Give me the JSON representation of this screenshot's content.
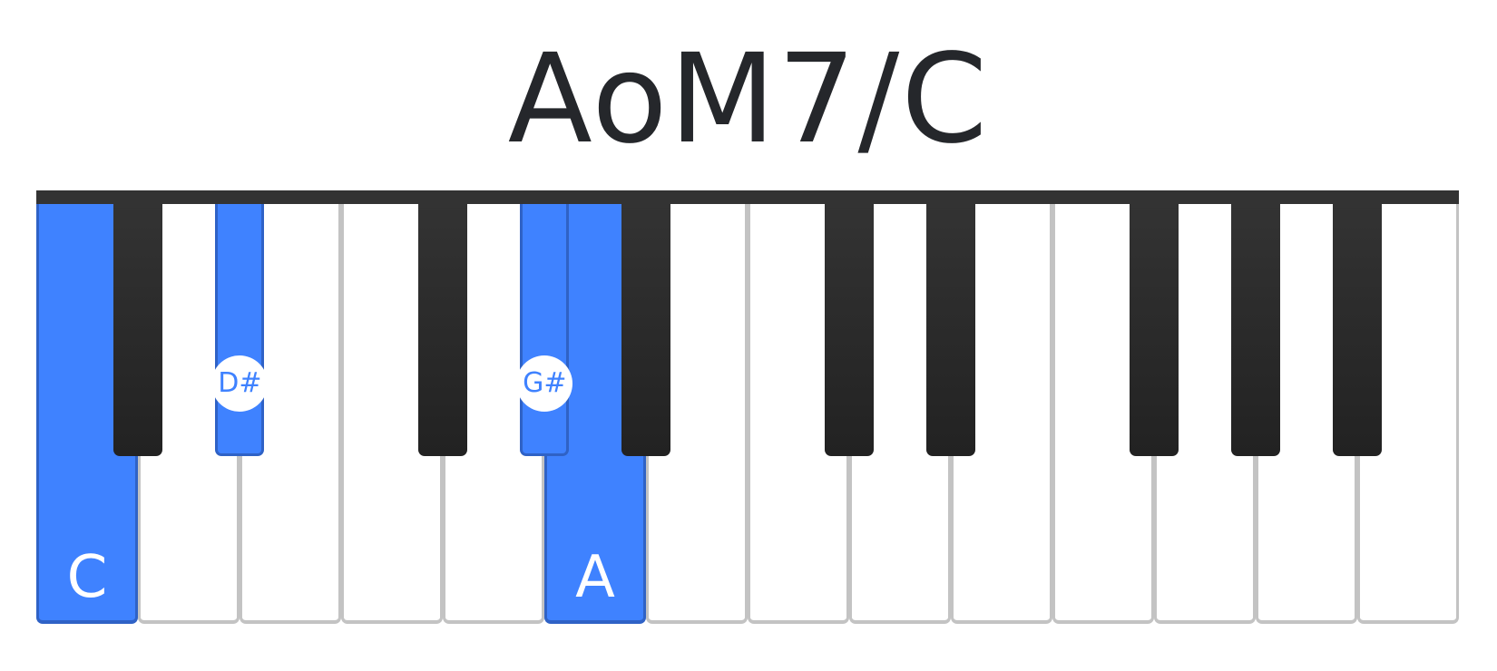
{
  "title": "AoM7/C",
  "colors": {
    "highlight": "#3f82ff",
    "highlight_border": "#2f62c6",
    "black_key": "#2b2b2b",
    "white_key_border": "#c3c3c3",
    "title_text": "#25272b"
  },
  "keyboard": {
    "white_keys": [
      {
        "note": "C",
        "active": true,
        "label": "C"
      },
      {
        "note": "D",
        "active": false,
        "label": ""
      },
      {
        "note": "E",
        "active": false,
        "label": ""
      },
      {
        "note": "F",
        "active": false,
        "label": ""
      },
      {
        "note": "G",
        "active": false,
        "label": ""
      },
      {
        "note": "A",
        "active": true,
        "label": "A"
      },
      {
        "note": "B",
        "active": false,
        "label": ""
      },
      {
        "note": "C",
        "active": false,
        "label": ""
      },
      {
        "note": "D",
        "active": false,
        "label": ""
      },
      {
        "note": "E",
        "active": false,
        "label": ""
      },
      {
        "note": "F",
        "active": false,
        "label": ""
      },
      {
        "note": "G",
        "active": false,
        "label": ""
      },
      {
        "note": "A",
        "active": false,
        "label": ""
      },
      {
        "note": "B",
        "active": false,
        "label": ""
      }
    ],
    "black_keys": [
      {
        "note": "C#",
        "active": false,
        "label": ""
      },
      {
        "note": "D#",
        "active": true,
        "label": "D#"
      },
      {
        "note": "F#",
        "active": false,
        "label": ""
      },
      {
        "note": "G#",
        "active": true,
        "label": "G#"
      },
      {
        "note": "A#",
        "active": false,
        "label": ""
      },
      {
        "note": "C#",
        "active": false,
        "label": ""
      },
      {
        "note": "D#",
        "active": false,
        "label": ""
      },
      {
        "note": "F#",
        "active": false,
        "label": ""
      },
      {
        "note": "G#",
        "active": false,
        "label": ""
      },
      {
        "note": "A#",
        "active": false,
        "label": ""
      }
    ]
  }
}
